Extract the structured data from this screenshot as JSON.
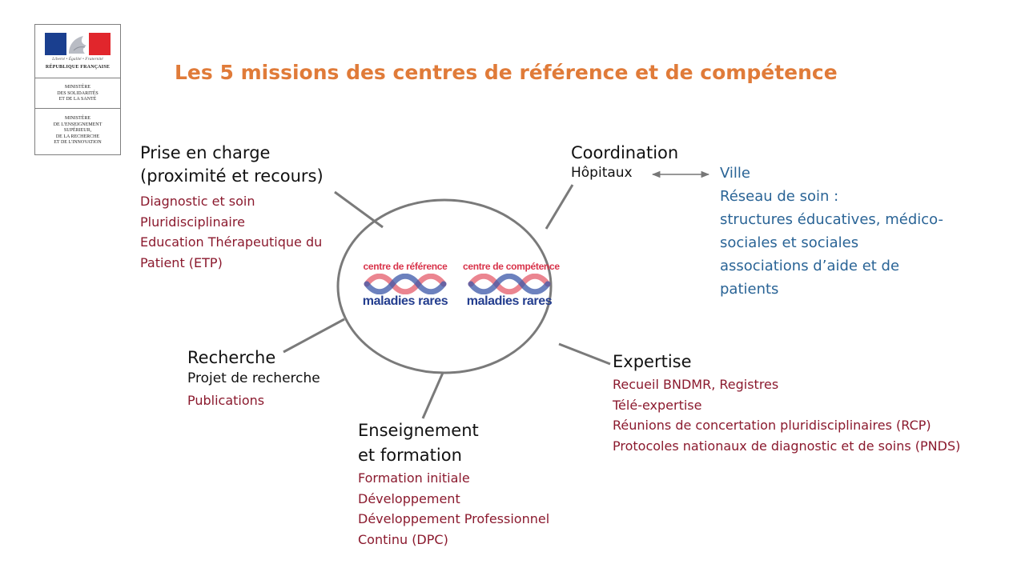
{
  "header": {
    "title": "Les 5 missions des centres de référence et de compétence"
  },
  "logo": {
    "motto": "Liberté • Égalité • Fraternité",
    "republique": "RÉPUBLIQUE FRANÇAISE",
    "ministry1": [
      "MINISTÈRE",
      "DES SOLIDARITÉS",
      "ET DE LA SANTÉ"
    ],
    "ministry2": [
      "MINISTÈRE",
      "DE L'ENSEIGNEMENT",
      "SUPÉRIEUR,",
      "DE LA RECHERCHE",
      "ET DE L'INNOVATION"
    ]
  },
  "center": {
    "badge_left_top": "centre de référence",
    "badge_left_bottom": "maladies rares",
    "badge_right_top": "centre de compétence",
    "badge_right_bottom": "maladies rares"
  },
  "missions": {
    "prise_en_charge": {
      "heading": [
        "Prise en charge",
        "(proximité et recours)"
      ],
      "items": [
        "Diagnostic et soin",
        "Pluridisciplinaire",
        "Education Thérapeutique du",
        "Patient (ETP)"
      ]
    },
    "coordination": {
      "heading": "Coordination",
      "subheading": "Hôpitaux",
      "partners": [
        "Ville",
        "Réseau de soin :",
        "structures éducatives, médico-",
        "sociales et sociales",
        "associations d’aide et de",
        "patients"
      ]
    },
    "recherche": {
      "heading": "Recherche",
      "subheading": "Projet de recherche",
      "items": [
        "Publications"
      ]
    },
    "expertise": {
      "heading": "Expertise",
      "items": [
        "Recueil BNDMR, Registres",
        "Télé-expertise",
        "Réunions de concertation pluridisciplinaires (RCP)",
        "Protocoles nationaux de diagnostic et de soins (PNDS)"
      ]
    },
    "enseignement": {
      "heading": [
        "Enseignement",
        "et formation"
      ],
      "items": [
        "Formation initiale",
        "Développement",
        "Développement Professionnel",
        "Continu (DPC)"
      ]
    }
  },
  "colors": {
    "title": "#e07b39",
    "items_red": "#8b1a2e",
    "partners_blue": "#2a6496",
    "badge_red": "#d8334a",
    "badge_blue": "#243e8f"
  }
}
